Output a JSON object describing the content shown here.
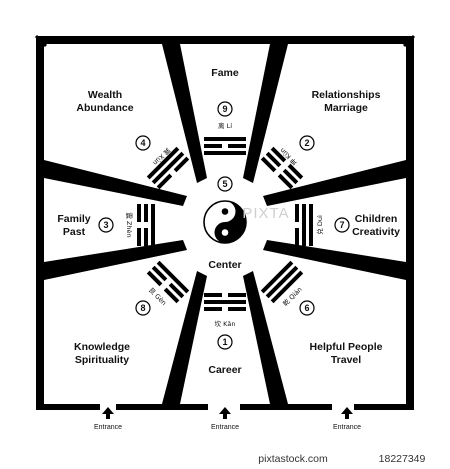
{
  "areas": {
    "wealth": {
      "line1": "Wealth",
      "line2": "Abundance",
      "number": "4",
      "trigram": "巽 Xùn"
    },
    "fame": {
      "line1": "Fame",
      "number": "9",
      "trigram": "离 Lí"
    },
    "relationships": {
      "line1": "Relationships",
      "line2": "Marriage",
      "number": "2",
      "trigram": "坤 Kūn"
    },
    "family": {
      "line1": "Family",
      "line2": "Past",
      "number": "3",
      "trigram": "震 Zhèn"
    },
    "center": {
      "line1": "Center",
      "number": "5"
    },
    "children": {
      "line1": "Children",
      "line2": "Creativity",
      "number": "7",
      "trigram": "兑 Duì"
    },
    "knowledge": {
      "line1": "Knowledge",
      "line2": "Spirituality",
      "number": "8",
      "trigram": "艮 Gèn"
    },
    "career": {
      "line1": "Career",
      "number": "1",
      "trigram": "坎 Kǎn"
    },
    "helpful": {
      "line1": "Helpful People",
      "line2": "Travel",
      "number": "6",
      "trigram": "乾 Qián"
    }
  },
  "entrances": [
    "Entrance",
    "Entrance",
    "Entrance"
  ],
  "watermark": "PIXTA",
  "footer": {
    "site": "pixtastock.com",
    "id": "18227349"
  },
  "colors": {
    "ink": "#000000",
    "paper": "#ffffff"
  },
  "icons": {
    "yin_yang": "yin-yang-icon",
    "arrows": "up-arrow-icon"
  }
}
